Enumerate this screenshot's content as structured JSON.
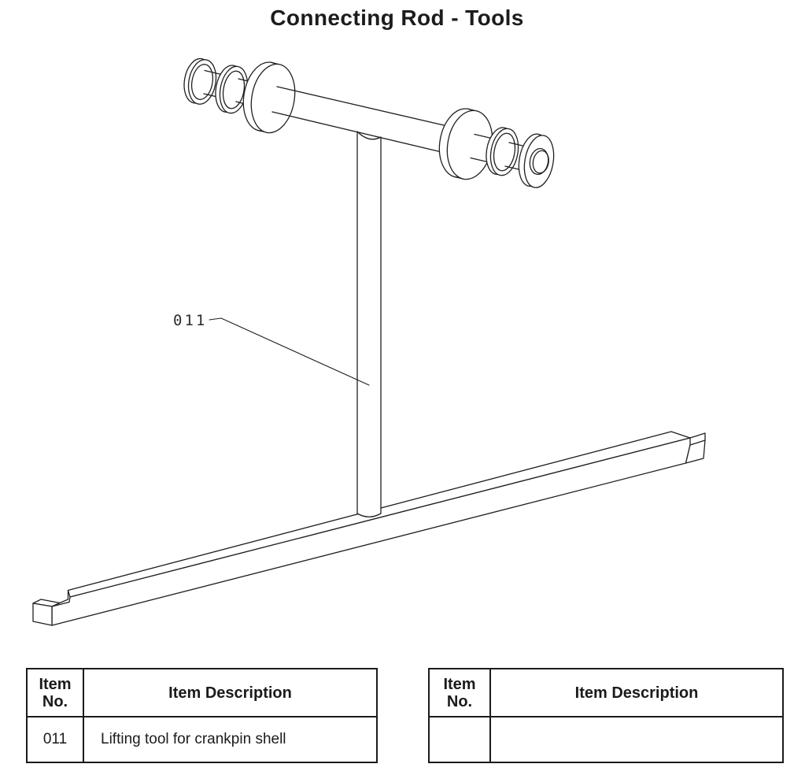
{
  "page": {
    "title": "Connecting Rod - Tools",
    "background_color": "#ffffff",
    "line_color": "#202020"
  },
  "figure": {
    "description": "isometric-line-drawing-of-lifting-tool-for-crankpin-shell",
    "label": "011"
  },
  "tables": [
    {
      "headers": [
        "Item No.",
        "Item Description"
      ],
      "rows": [
        {
          "item_no": "011",
          "description": "Lifting tool for crankpin shell"
        }
      ]
    },
    {
      "headers": [
        "Item No.",
        "Item Description"
      ],
      "rows": [
        {
          "item_no": "",
          "description": ""
        }
      ]
    }
  ]
}
